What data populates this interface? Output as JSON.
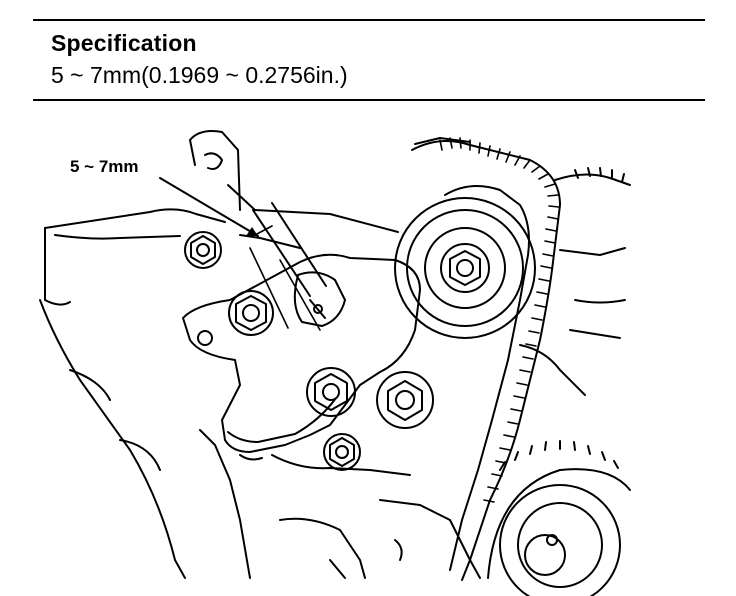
{
  "specification": {
    "title": "Specification",
    "value": "5 ~ 7mm(0.1969 ~ 0.2756in.)"
  },
  "figure": {
    "callout_label": "5 ~ 7mm",
    "line_color": "#000000",
    "background_color": "#ffffff"
  }
}
